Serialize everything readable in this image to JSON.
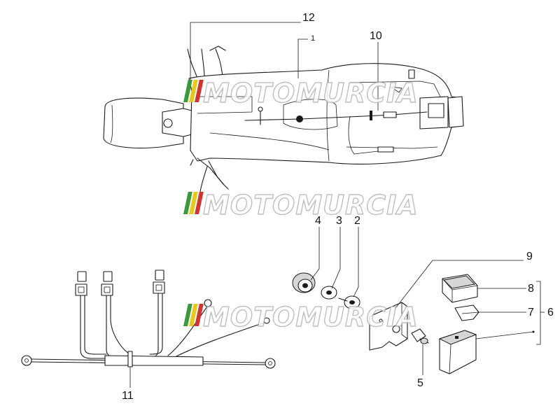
{
  "watermark": {
    "text": "MOTOMURCIA",
    "colors": {
      "green": "#3a9a3a",
      "yellow": "#e8c81a",
      "red": "#d0342c",
      "outline": "#b5b5b5"
    }
  },
  "callouts": {
    "c1": "1",
    "c2": "2",
    "c3": "3",
    "c4": "4",
    "c5": "5",
    "c6": "6",
    "c7": "7",
    "c8": "8",
    "c9": "9",
    "c10": "10",
    "c11": "11",
    "c12": "12"
  }
}
